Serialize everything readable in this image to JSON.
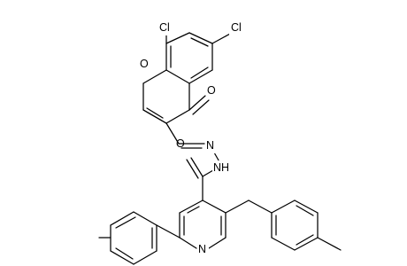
{
  "molecule": {
    "atoms": {
      "cl_top": "Cl",
      "cl_right": "Cl",
      "ring_oxygen": "O",
      "ketone_oxygen": "O",
      "amide_oxygen": "O",
      "imine_nitrogen": "N",
      "hydrazide_nh": "NH",
      "pyridine_nitrogen": "N"
    }
  }
}
